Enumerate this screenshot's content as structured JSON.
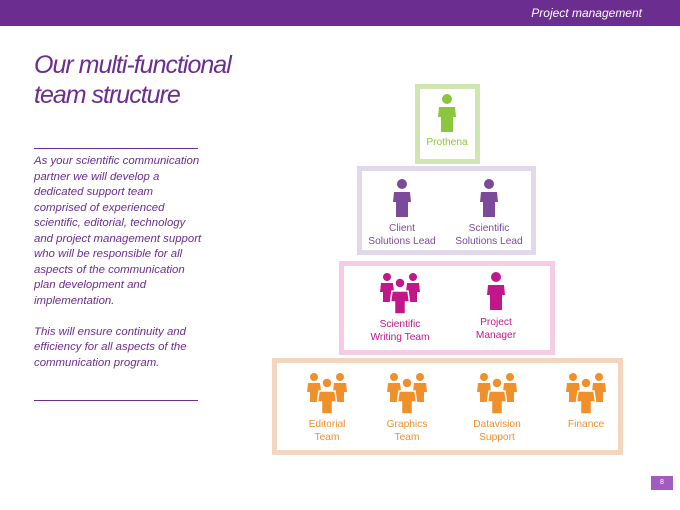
{
  "header": {
    "title": "Project management"
  },
  "heading": [
    "Our multi-functional",
    "team structure"
  ],
  "intro": {
    "paragraph1": "As your scientific communication partner we will develop a dedicated support team comprised of experienced scientific, editorial,  technology and project management support who will be responsible for all aspects of the communication plan development and implementation.",
    "paragraph2": "This will ensure continuity and efficiency for all aspects of the communication program."
  },
  "tiers": [
    {
      "color": "#8cc63f",
      "members": [
        {
          "label": "Prothena",
          "icon": "person-icon"
        }
      ]
    },
    {
      "color": "#7b4a9a",
      "members": [
        {
          "label": "Client\nSolutions Lead",
          "icon": "person-icon"
        },
        {
          "label": "Scientific\nSolutions Lead",
          "icon": "person-icon"
        }
      ]
    },
    {
      "color": "#c0188a",
      "members": [
        {
          "label": "Scientific\nWriting Team",
          "icon": "group-icon"
        },
        {
          "label": "Project\nManager",
          "icon": "person-icon"
        }
      ]
    },
    {
      "color": "#f0902a",
      "members": [
        {
          "label": "Editorial\nTeam",
          "icon": "group-icon"
        },
        {
          "label": "Graphics\nTeam",
          "icon": "group-icon"
        },
        {
          "label": "Datavision\nSupport",
          "icon": "group-icon"
        },
        {
          "label": "Finance",
          "icon": "group-icon"
        }
      ]
    }
  ],
  "footer": {
    "page_number": "8"
  }
}
